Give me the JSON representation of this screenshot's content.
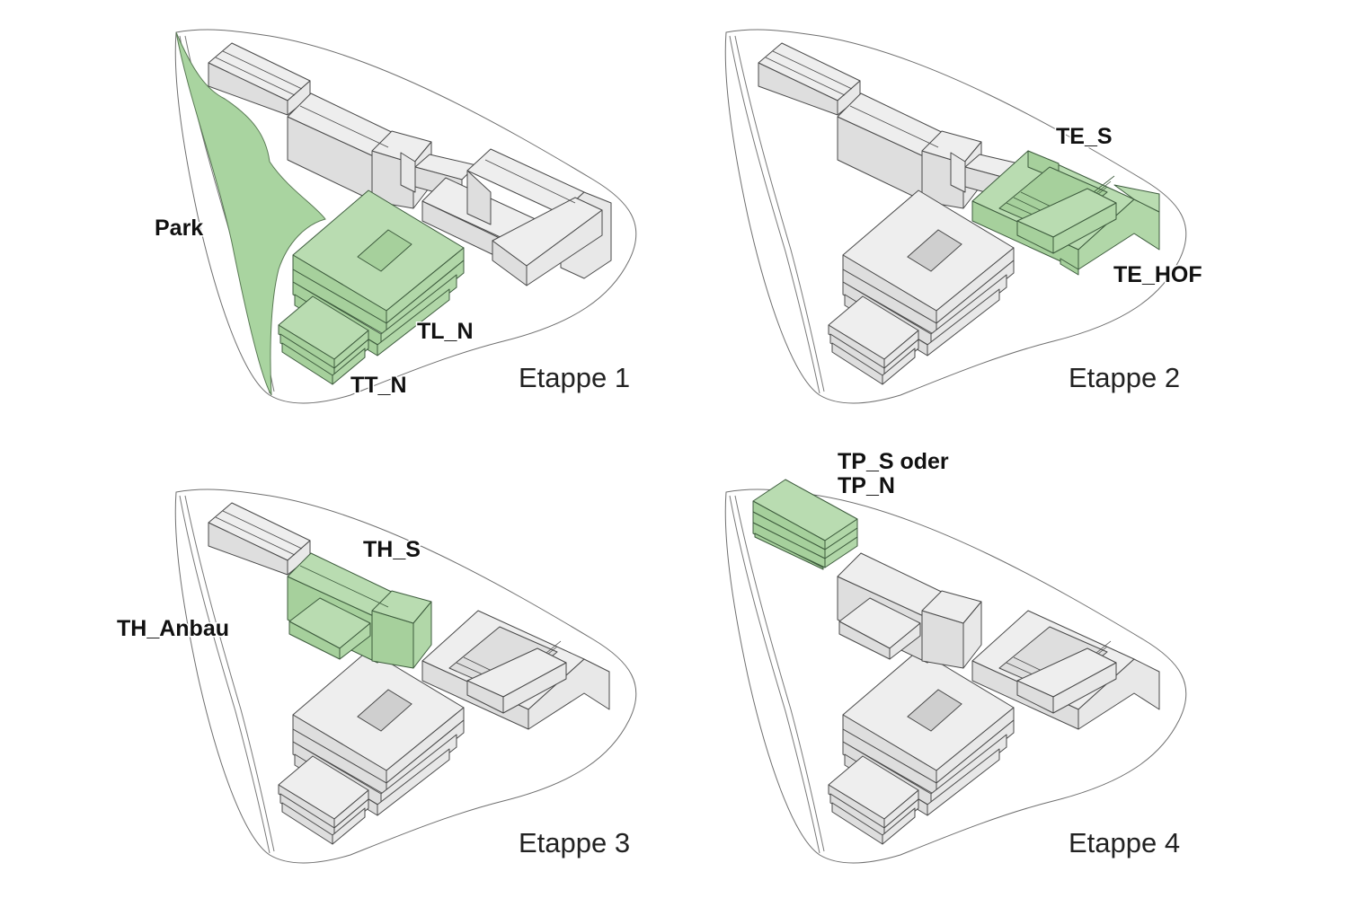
{
  "panels": [
    {
      "stage": "Etappe 1",
      "labels": {
        "park": "Park",
        "tl_n": "TL_N",
        "tt_n": "TT_N"
      }
    },
    {
      "stage": "Etappe 2",
      "labels": {
        "te_s": "TE_S",
        "te_hof": "TE_HOF"
      }
    },
    {
      "stage": "Etappe 3",
      "labels": {
        "th_s": "TH_S",
        "th_anbau": "TH_Anbau"
      }
    },
    {
      "stage": "Etappe 4",
      "labels": {
        "tp_line1": "TP_S oder",
        "tp_line2": "TP_N"
      }
    }
  ],
  "colors": {
    "highlight_green": "#b9dcb1",
    "existing_grey": "#eeeeee",
    "outline": "#4a4a4a"
  }
}
